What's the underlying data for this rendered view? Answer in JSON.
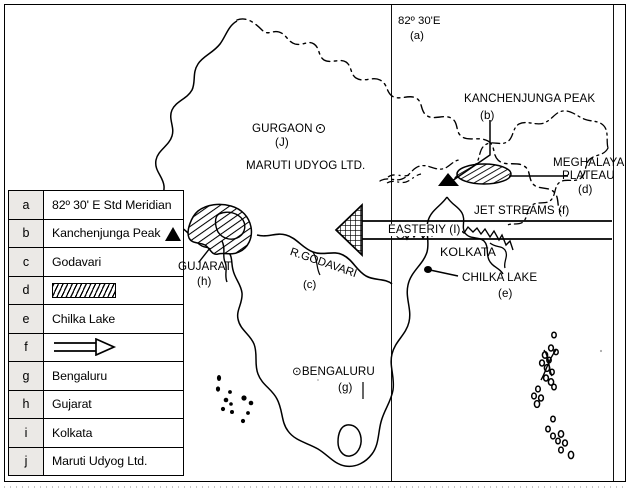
{
  "legend": {
    "rows": [
      {
        "key": "a",
        "label": "82º 30' E Std Meridian",
        "symbol": "none"
      },
      {
        "key": "b",
        "label": "Kanchenjunga Peak",
        "symbol": "black-triangle"
      },
      {
        "key": "c",
        "label": "Godavari",
        "symbol": "none"
      },
      {
        "key": "d",
        "label": "",
        "symbol": "hatched-rectangle"
      },
      {
        "key": "e",
        "label": "Chilka Lake",
        "symbol": "none"
      },
      {
        "key": "f",
        "label": "",
        "symbol": "hollow-right-arrow"
      },
      {
        "key": "g",
        "label": "Bengaluru",
        "symbol": "none"
      },
      {
        "key": "h",
        "label": "Gujarat",
        "symbol": "none"
      },
      {
        "key": "i",
        "label": "Kolkata",
        "symbol": "none"
      },
      {
        "key": "j",
        "label": "Maruti Udyog Ltd.",
        "symbol": "none"
      }
    ]
  },
  "map_labels": {
    "meridian_top": "82º 30'E",
    "meridian_key": "(a)",
    "gurgaon": "GURGAON",
    "gurgaon_key": "(J)",
    "maruti": "MARUTI UDYOG LTD.",
    "kanchenjunga": "KANCHENJUNGA PEAK",
    "kanchenjunga_key": "(b)",
    "meghalaya_line1": "MEGHALAYA",
    "meghalaya_line2": "PLATEAU",
    "meghalaya_key": "(d)",
    "jet_streams": "JET STREAMS (f)",
    "easterly": "EASTERIY (I)",
    "kolkata": "KOLKATA",
    "chilka": "CHILKA LAKE",
    "chilka_key": "(e)",
    "gujarat": "GUJARAT",
    "gujarat_key": "(h)",
    "godavari": "R.GODAVARI",
    "godavari_key": "(c)",
    "bengaluru": "⊙BENGALURU",
    "bengaluru_key": "(g)"
  },
  "colors": {
    "ink": "#000000",
    "paper": "#ffffff",
    "legend_key_fill": "#ebe9e6"
  }
}
